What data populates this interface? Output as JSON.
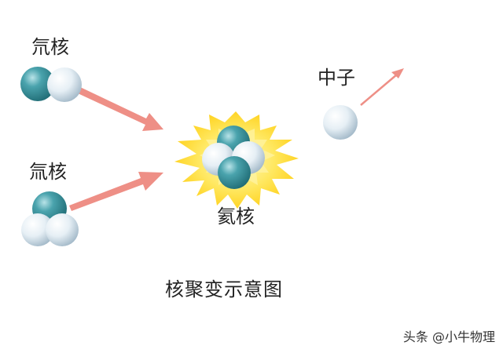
{
  "labels": {
    "deuterium": "氘核",
    "tritium": "氚核",
    "helium": "氦核",
    "neutron": "中子"
  },
  "caption": "核聚变示意图",
  "watermark": "头条 @小牛物理",
  "colors": {
    "proton": "#2f8f9a",
    "neutron": "#dde9f1",
    "arrow": "#ee8f86",
    "burst": "#ffe24a"
  }
}
